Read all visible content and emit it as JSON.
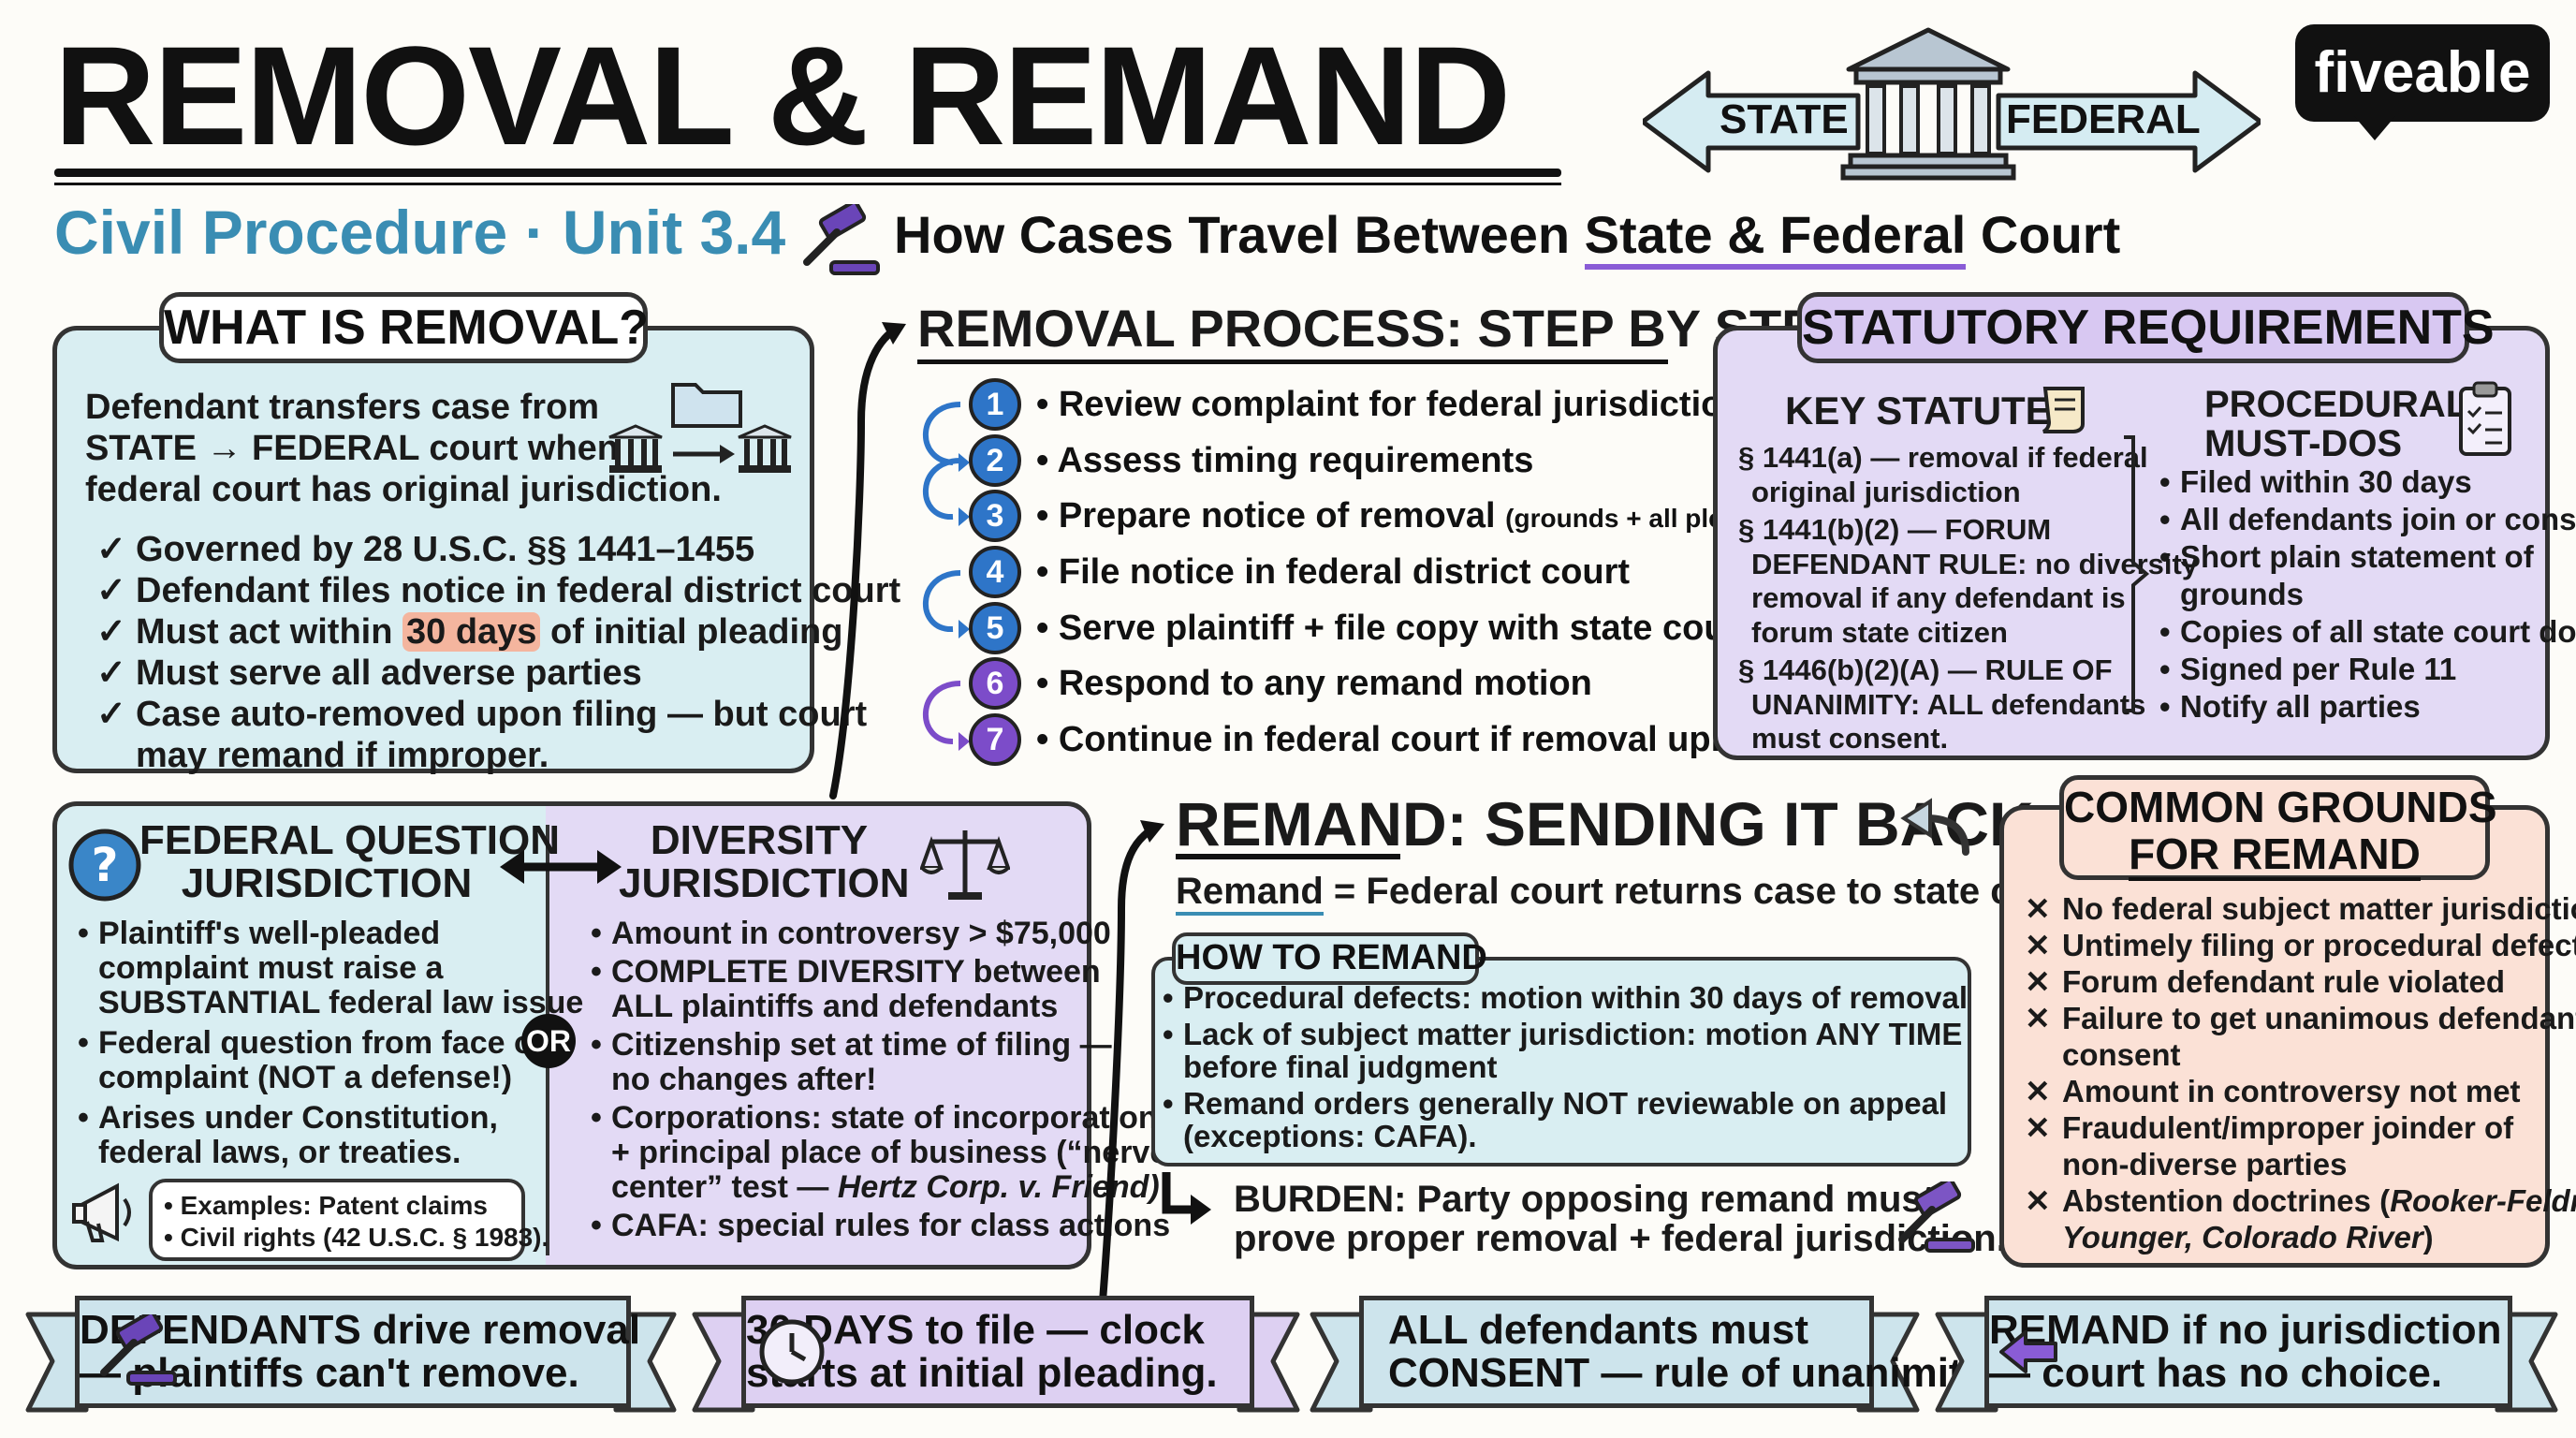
{
  "header": {
    "title": "REMOVAL & REMAND",
    "subtitle": "Civil Procedure · Unit 3.4",
    "tagline_pre": "How Cases Travel Between ",
    "tagline_emph": "State & Federal",
    "tagline_post": " Court",
    "arrow_left": "STATE",
    "arrow_right": "FEDERAL",
    "logo": "fiveable"
  },
  "what_is_removal": {
    "heading": "WHAT IS REMOVAL?",
    "intro": [
      "Defendant transfers case from",
      "STATE → FEDERAL court when",
      "federal court has original jurisdiction."
    ],
    "checks": [
      {
        "text": "Governed by 28 U.S.C. §§ 1441–1455"
      },
      {
        "text": "Defendant files notice in federal district court"
      },
      {
        "pre": "Must act within ",
        "hl": "30 days",
        "post": " of initial pleading"
      },
      {
        "text": "Must serve all adverse parties"
      },
      {
        "text": "Case auto-removed upon filing — but court"
      },
      {
        "text": "may remand if improper."
      }
    ]
  },
  "process": {
    "heading": "REMOVAL PROCESS: STEP BY STEP",
    "steps": [
      {
        "num": "1",
        "text": "• Review complaint for federal jurisdiction",
        "note": ""
      },
      {
        "num": "2",
        "text": "• Assess timing requirements",
        "note": ""
      },
      {
        "num": "3",
        "text": "• Prepare notice of removal ",
        "note": "(grounds + all pleadings)"
      },
      {
        "num": "4",
        "text": "• File notice in federal district court",
        "note": ""
      },
      {
        "num": "5",
        "text": "• Serve plaintiff + file copy with state court",
        "note": ""
      },
      {
        "num": "6",
        "text": "• Respond to any remand motion",
        "note": ""
      },
      {
        "num": "7",
        "text": "• Continue in federal court if removal upheld",
        "note": ""
      }
    ]
  },
  "statutory": {
    "heading": "STATUTORY REQUIREMENTS",
    "key_heading": "KEY STATUTES",
    "key_lines": [
      "§ 1441(a) — removal if federal",
      "original jurisdiction",
      "§ 1441(b)(2) — FORUM",
      "DEFENDANT RULE: no diversity",
      "removal if any defendant is",
      "forum state citizen",
      "§ 1446(b)(2)(A) — RULE OF",
      "UNANIMITY: ALL defendants",
      "must consent."
    ],
    "must_heading_1": "PROCEDURAL",
    "must_heading_2": "MUST-DOS",
    "must_items": [
      [
        "Filed within 30 days"
      ],
      [
        "All defendants join or consent"
      ],
      [
        "Short plain statement of",
        "grounds"
      ],
      [
        "Copies of all state court docs"
      ],
      [
        "Signed per Rule 11"
      ],
      [
        "Notify all parties"
      ]
    ]
  },
  "federal_question": {
    "heading_1": "FEDERAL QUESTION",
    "heading_2": "JURISDICTION",
    "items": [
      [
        "Plaintiff's well-pleaded",
        "complaint must raise a",
        "SUBSTANTIAL federal law issue"
      ],
      [
        "Federal question from face of",
        "complaint (NOT a defense!)"
      ],
      [
        "Arises under Constitution,",
        "federal laws, or treaties."
      ]
    ],
    "examples": [
      "• Examples: Patent claims",
      "• Civil rights (42 U.S.C. § 1983)."
    ],
    "or_label": "OR"
  },
  "diversity": {
    "heading_1": "DIVERSITY",
    "heading_2": "JURISDICTION",
    "items": [
      [
        "Amount in controversy > $75,000"
      ],
      [
        "COMPLETE DIVERSITY between",
        "ALL plaintiffs and defendants"
      ],
      [
        "Citizenship set at time of filing —",
        "no changes after!"
      ],
      [
        "Corporations: state of incorporation",
        "+ principal place of business (“nerve"
      ],
      [
        "CAFA: special rules for class actions"
      ]
    ],
    "case_pre": "center” test — ",
    "case_name": "Hertz Corp. v. Friend)"
  },
  "remand": {
    "heading": "REMAND: SENDING IT BACK",
    "def_term": "Remand",
    "def_rest": " = Federal court returns case to state court.",
    "how_heading": "HOW TO REMAND",
    "how_items": [
      [
        "Procedural defects: motion within 30 days of removal"
      ],
      [
        "Lack of subject matter jurisdiction: motion ANY TIME",
        "before final judgment"
      ],
      [
        "Remand orders generally NOT reviewable on appeal",
        "(exceptions: CAFA)."
      ]
    ],
    "burden_term": "BURDEN:",
    "burden_line1": " Party opposing remand must",
    "burden_line2": "prove proper removal + federal jurisdiction."
  },
  "grounds": {
    "heading_1": "COMMON GROUNDS",
    "heading_2": "FOR REMAND",
    "items": [
      [
        "No federal subject matter jurisdiction"
      ],
      [
        "Untimely filing or procedural defects"
      ],
      [
        "Forum defendant rule violated"
      ],
      [
        "Failure to get unanimous defendant",
        "consent"
      ],
      [
        "Amount in controversy not met"
      ],
      [
        "Fraudulent/improper joinder of",
        "non-diverse parties"
      ]
    ],
    "last_pre": "Abstention doctrines (",
    "last_italic_1": "Rooker-Feldman,",
    "last_italic_2": "Younger, Colorado River",
    "last_post": ")"
  },
  "ribbons": [
    {
      "line1": "DEFENDANTS drive removal",
      "line2": "— plaintiffs can't remove."
    },
    {
      "line1": "30 DAYS to file — clock",
      "line2": "starts at initial pleading."
    },
    {
      "line1": "ALL defendants must",
      "line2": "CONSENT — rule of unanimity."
    },
    {
      "line1": "REMAND if no jurisdiction",
      "line2": "— court has no choice."
    }
  ],
  "colors": {
    "teal_panel": "#d9eef2",
    "purple_panel": "#e3daf5",
    "salmon_panel": "#fbe1d6",
    "subtitle_blue": "#3a8db3",
    "step_blue": "#2e75c8",
    "step_purple": "#7c4cc9"
  },
  "icons": [
    "gavel-icon",
    "courthouse-icon",
    "folder-icon",
    "question-icon",
    "scales-icon",
    "megaphone-icon",
    "clock-icon",
    "arrow-left-icon",
    "clipboard-icon",
    "scroll-icon",
    "return-arrow-icon"
  ]
}
